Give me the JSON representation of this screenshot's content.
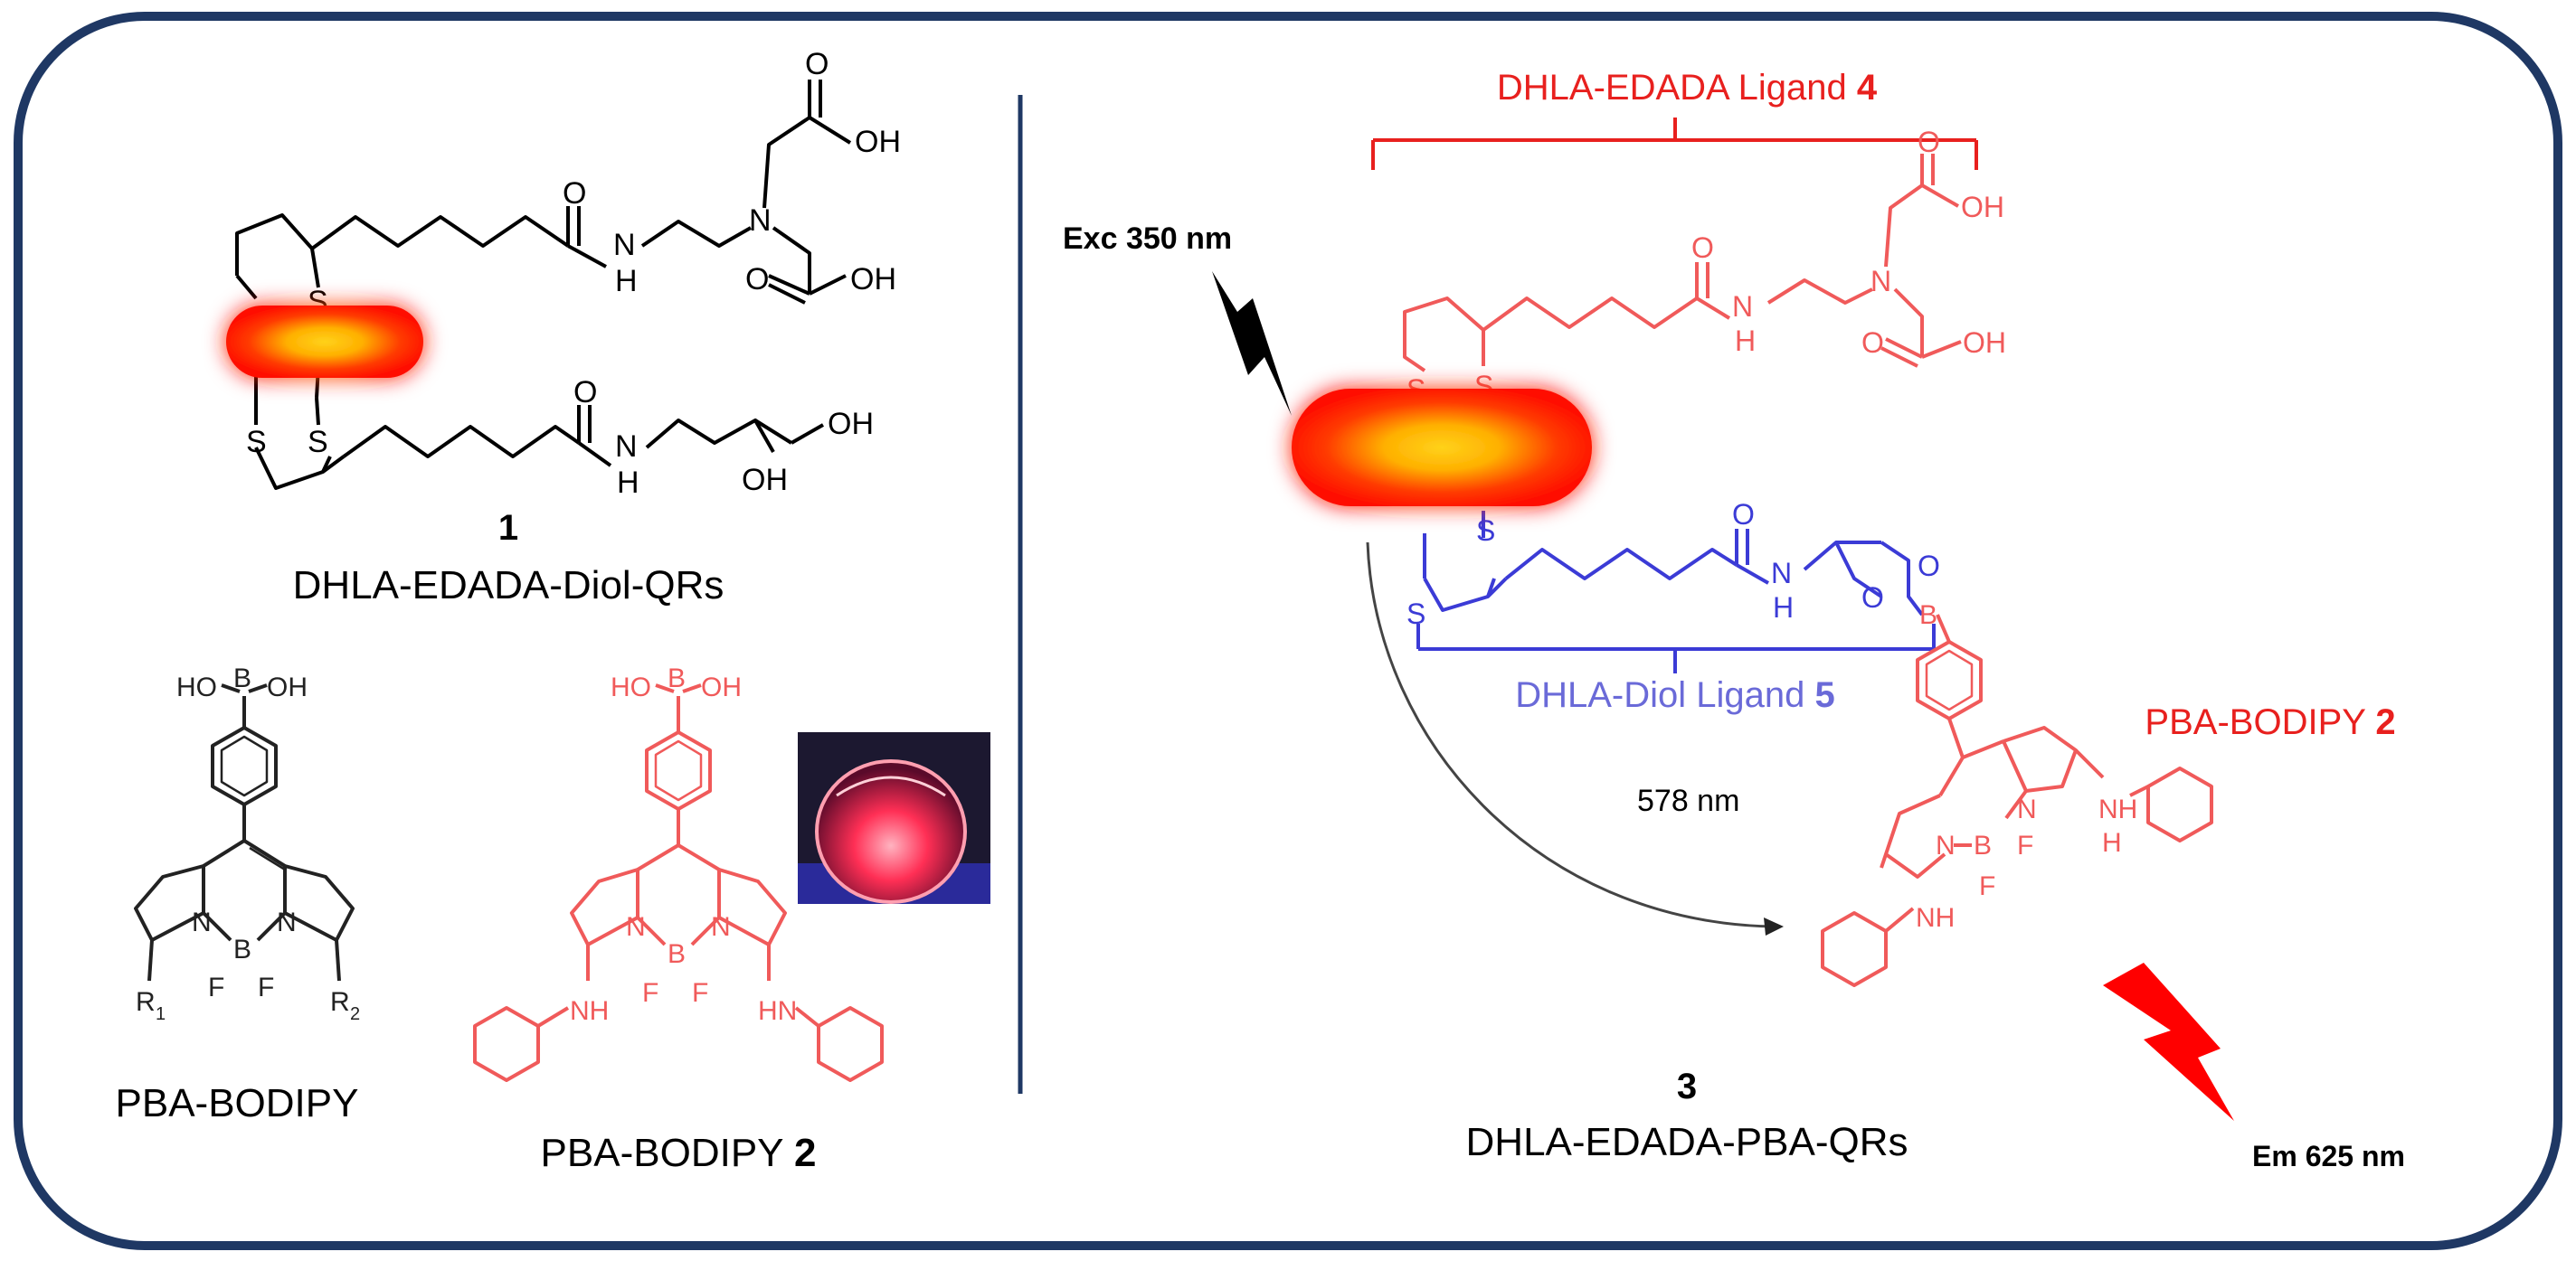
{
  "left": {
    "compound1": {
      "number": "1",
      "name": "DHLA-EDADA-Diol-QRs"
    },
    "pba_bodipy": {
      "name": "PBA-BODIPY"
    },
    "pba_bodipy2": {
      "name": "PBA-BODIPY ",
      "number": "2"
    }
  },
  "right": {
    "ligand4": {
      "name": "DHLA-EDADA Ligand ",
      "number": "4"
    },
    "ligand5": {
      "name": "DHLA-Diol Ligand ",
      "number": "5"
    },
    "pba_bodipy2": {
      "name": "PBA-BODIPY ",
      "number": "2"
    },
    "compound3": {
      "number": "3",
      "name": "DHLA-EDADA-PBA-QRs"
    },
    "excitation": "Exc 350 nm",
    "emission": "Em 625 nm",
    "transfer": "578 nm"
  },
  "atoms": {
    "oh": "OH",
    "o": "O",
    "s": "S",
    "n": "N",
    "nh": "NH",
    "hn": "HN",
    "h": "H",
    "b": "B",
    "f": "F",
    "ho": "HO",
    "r1": "R",
    "r1_sub": "1",
    "r2": "R",
    "r2_sub": "2"
  },
  "colors": {
    "border": "#1f3864",
    "ligand_red": "#e8201e",
    "structure_pink": "#f05a5a",
    "ligand_blue": "#3b3bd6",
    "ligand_blue_light": "#6a6ad8",
    "divider": "#1f3864",
    "black": "#000000"
  }
}
